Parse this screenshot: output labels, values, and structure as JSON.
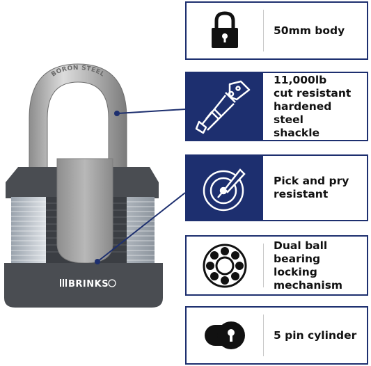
{
  "brand": {
    "logo_text": "BRINKS",
    "shackle_engraving": "BORON STEEL"
  },
  "features": [
    {
      "label": "50mm body",
      "icon": "padlock-icon"
    },
    {
      "label": "11,000lb\ncut resistant\nhardened steel\nshackle",
      "icon": "bolt-cutter-icon"
    },
    {
      "label": "Pick and pry\nresistant",
      "icon": "pick-target-icon"
    },
    {
      "label": "Dual ball\nbearing locking\nmechanism",
      "icon": "ball-bearing-icon"
    },
    {
      "label": "5 pin cylinder",
      "icon": "keyhole-cylinder-icon"
    }
  ],
  "colors": {
    "navy": "#1d2f6f",
    "border": "#1d2f6f"
  }
}
